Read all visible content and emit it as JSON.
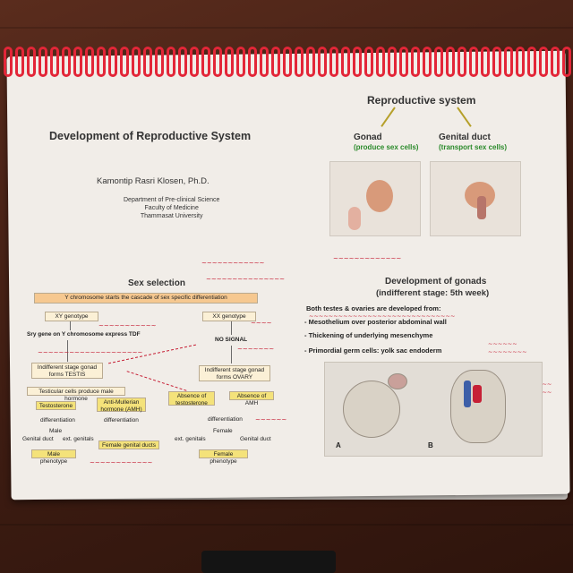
{
  "left_page": {
    "title": "Development of Reproductive System",
    "author": "Kamontip Rasri Klosen, Ph.D.",
    "dept_lines": [
      "Department of Pre-clinical Science",
      "Faculty of Medicine",
      "Thammasat University"
    ]
  },
  "right_top": {
    "title": "Reproductive system",
    "gonad": "Gonad",
    "gonad_sub": "(produce sex cells)",
    "genital_duct": "Genital duct",
    "genital_duct_sub": "(transport sex cells)"
  },
  "sex_selection": {
    "title": "Sex selection",
    "cascade": "Y chromosome starts the cascade of sex specific differentiation",
    "xy": "XY genotype",
    "xx": "XX genotype",
    "sry": "Sry gene on Y chromosome express TDF",
    "no_signal": "NO SIGNAL",
    "testis": "Indifferent stage gonad forms TESTIS",
    "ovary": "Indifferent stage gonad forms OVARY",
    "testicular": "Testicular cells produce male hormone",
    "testosterone": "Testosterone",
    "amh": "Anti-Mullerian hormone (AMH)",
    "abs_testosterone": "Absence of testosterone",
    "abs_amh": "Absence of AMH",
    "differentiation": "differentiation",
    "male_label": "Male",
    "female_label": "Female",
    "genital_duct": "Genital duct",
    "ext_genitals": "ext. genitals",
    "male_pheno": "Male phenotype",
    "female_genital": "Female genital ducts",
    "female_pheno": "Female phenotype"
  },
  "gonads": {
    "title": "Development of gonads",
    "subtitle": "(indifferent stage: 5th week)",
    "lead": "Both testes & ovaries are developed from:",
    "items": [
      "- Mesothelium over posterior abdominal wall",
      "- Thickening of underlying mesenchyme",
      "- Primordial germ cells: yolk sac endoderm"
    ],
    "fig_a": "A",
    "fig_b": "B"
  }
}
